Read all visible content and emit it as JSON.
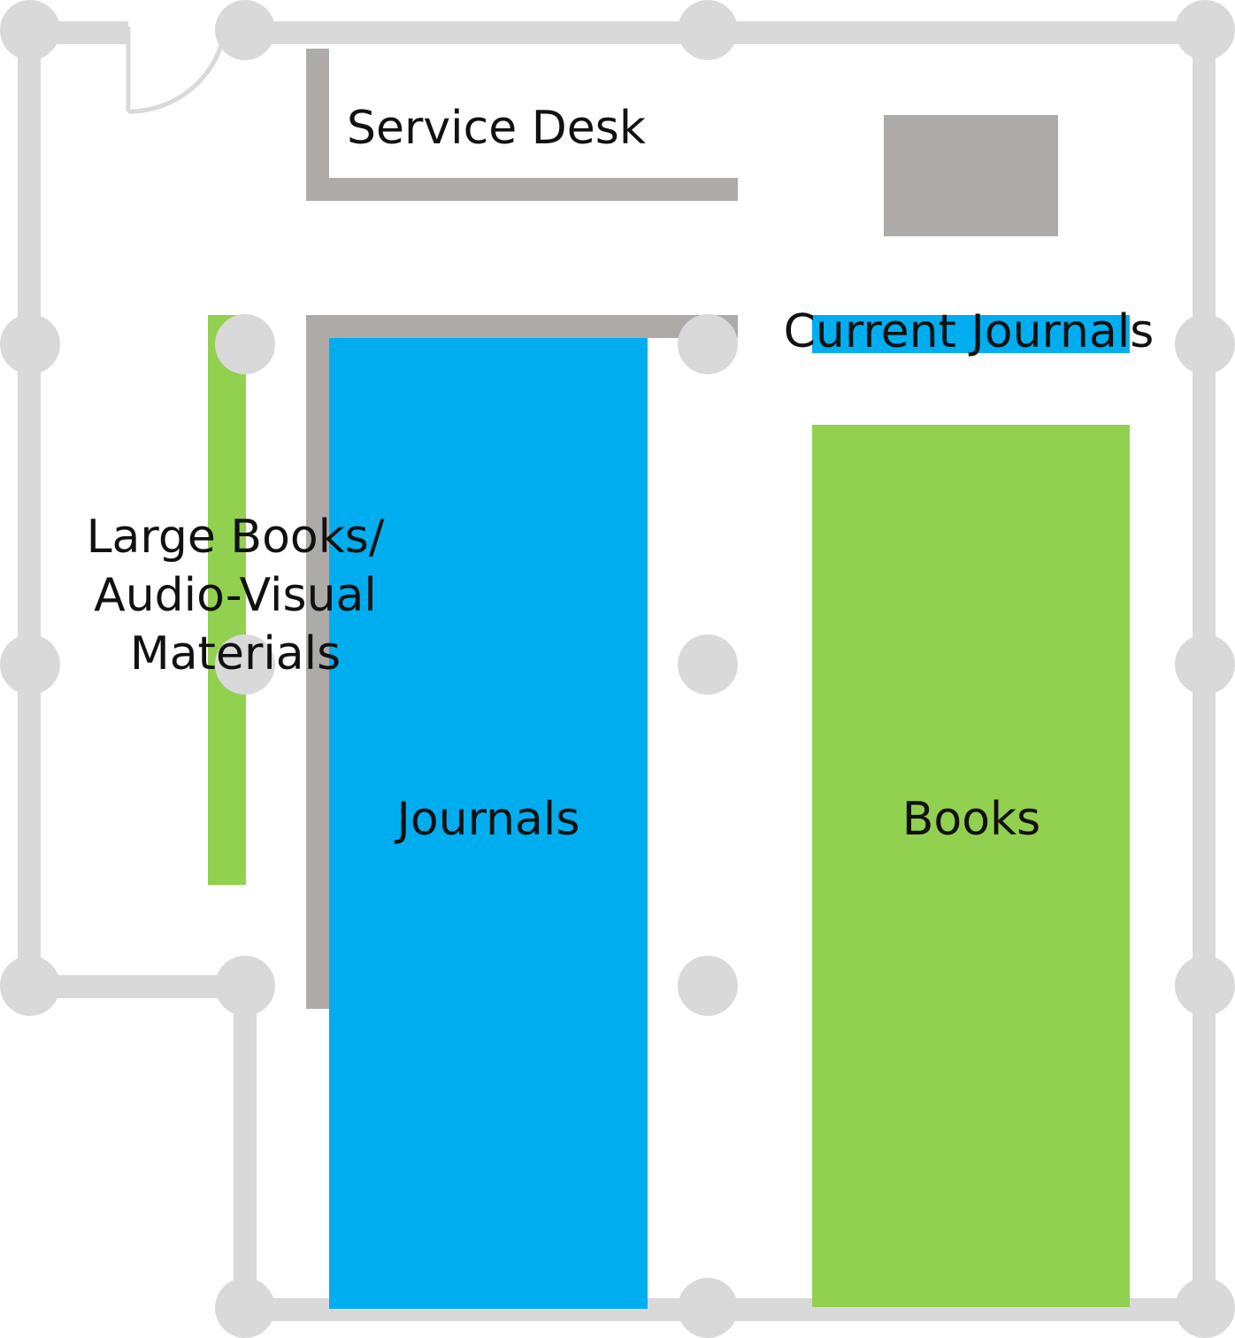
{
  "map": {
    "labels": {
      "service_desk": "Service Desk",
      "current_journals": "Current Journals",
      "large_books_line1": "Large Books/",
      "large_books_line2": "Audio-Visual",
      "large_books_line3": "Materials",
      "journals": "Journals",
      "books": "Books"
    },
    "colors": {
      "wall": "#d9d9d9",
      "fixture": "#aeaaa8",
      "journals": "#00aeef",
      "books": "#92d050",
      "text": "#111111"
    }
  }
}
